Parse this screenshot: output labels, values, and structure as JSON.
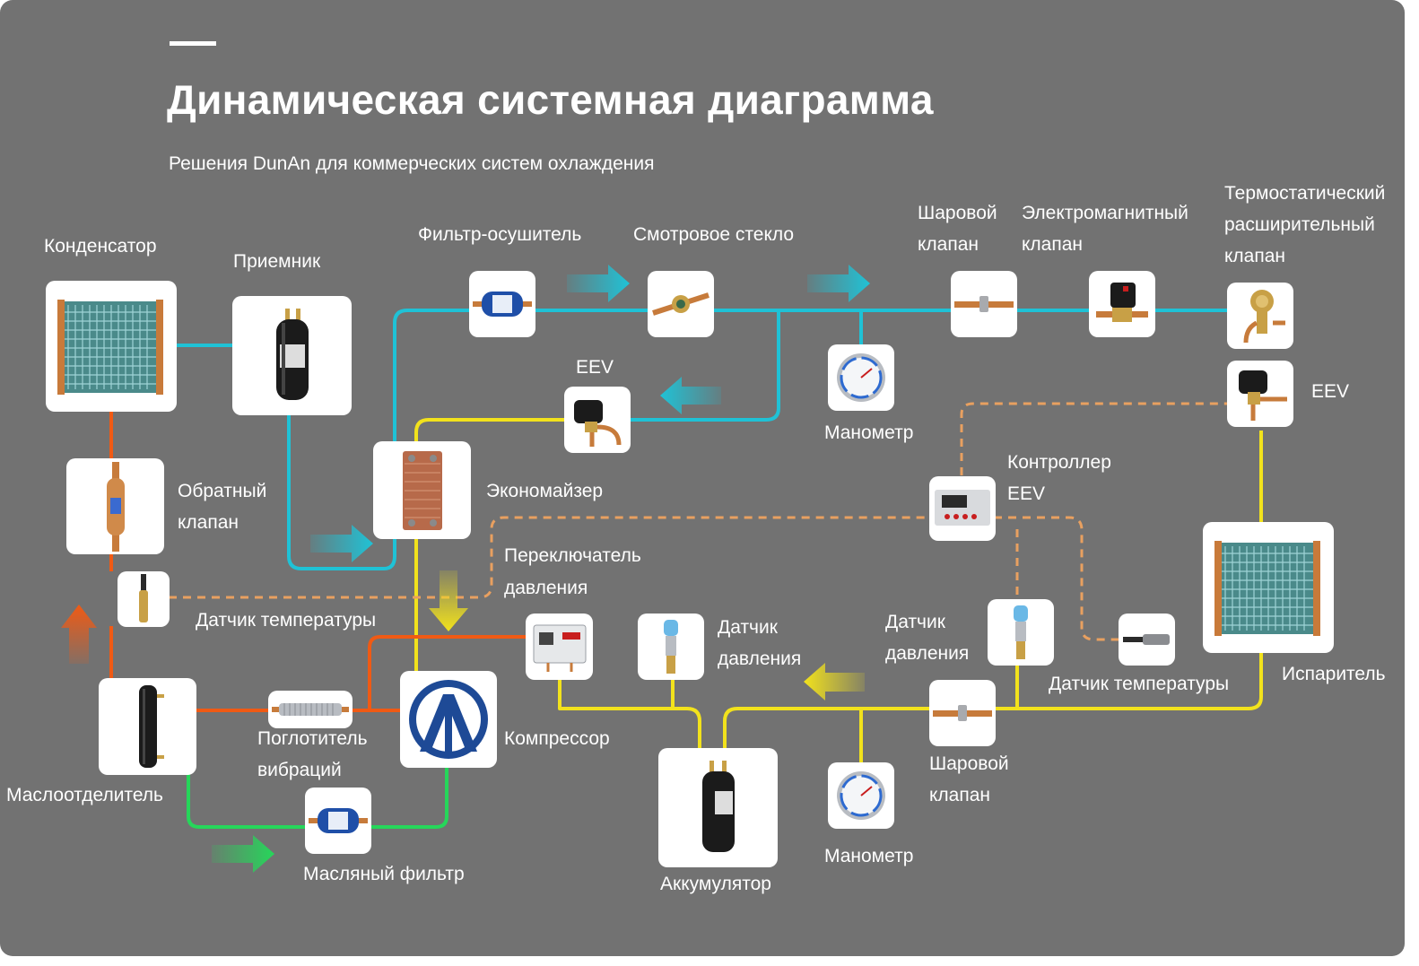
{
  "header": {
    "title": "Динамическая системная диаграмма",
    "subtitle": "Решения DunAn для коммерческих систем охлаждения"
  },
  "colors": {
    "background": "#727272",
    "liquid_line": "#1fc2d6",
    "suction_line": "#f2e21c",
    "discharge_line": "#f05a14",
    "oil_line": "#26d65a",
    "signal_line": "#e8a060"
  },
  "labels": {
    "condenser": "Конденсатор",
    "receiver": "Приемник",
    "filter_drier": "Фильтр-осушитель",
    "sight_glass": "Смотровое стекло",
    "ball_valve_top_1": "Шаровой",
    "ball_valve_top_2": "клапан",
    "solenoid_valve_1": "Электромагнитный",
    "solenoid_valve_2": "клапан",
    "txv_1": "Термостатический",
    "txv_2": "расширительный",
    "txv_3": "клапан",
    "eev_top": "EEV",
    "eev_right": "EEV",
    "gauge_top": "Манометр",
    "check_valve_1": "Обратный",
    "check_valve_2": "клапан",
    "economizer": "Экономайзер",
    "eev_controller_1": "Контроллер",
    "eev_controller_2": "EEV",
    "pressure_switch_1": "Переключатель",
    "pressure_switch_2": "давления",
    "temp_sensor_left": "Датчик температуры",
    "pressure_sensor_mid_1": "Датчик",
    "pressure_sensor_mid_2": "давления",
    "pressure_sensor_right_1": "Датчик",
    "pressure_sensor_right_2": "давления",
    "temp_sensor_right": "Датчик температуры",
    "evaporator": "Испаритель",
    "vibration_absorber_1": "Поглотитель",
    "vibration_absorber_2": "вибраций",
    "compressor": "Компрессор",
    "oil_separator": "Маслоотделитель",
    "oil_filter": "Масляный фильтр",
    "accumulator": "Аккумулятор",
    "gauge_bottom": "Манометр",
    "ball_valve_bottom_1": "Шаровой",
    "ball_valve_bottom_2": "клапан"
  }
}
